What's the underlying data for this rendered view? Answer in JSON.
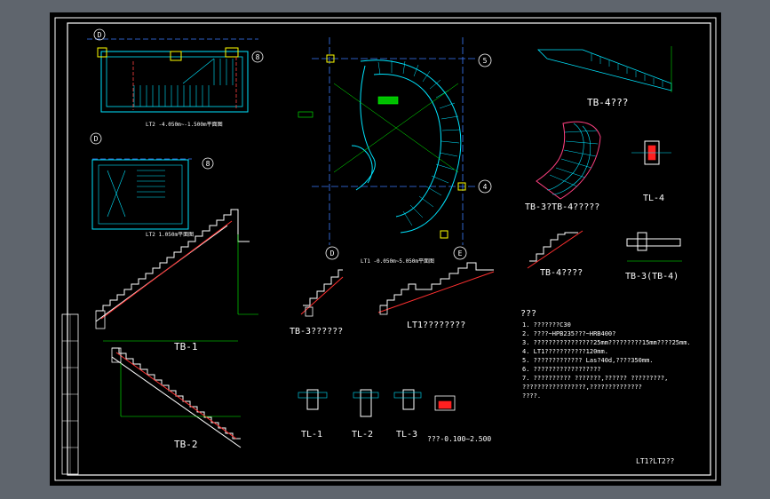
{
  "drawing": {
    "titles": {
      "tb1": "TB-1",
      "tb2": "TB-2",
      "tb3": "TB-3??????",
      "lt1_section": "LT1????????",
      "tb4_top": "TB-4???",
      "tb34_plan": "TB-3?TB-4?????",
      "tb4_section": "TB-4????",
      "tb3_tb4": "TB-3(TB-4)",
      "tl1": "TL-1",
      "tl2": "TL-2",
      "tl3": "TL-3",
      "tl4": "TL-4",
      "elev_label": "???-0.100~2.500",
      "lt2_plan_a": "LT2 -4.050m~-1.500m平面图",
      "lt2_plan_b": "LT2 1.050m平面图",
      "lt1_plan": "LT1 -0.050m~5.050m平面图",
      "sheet_title": "LT1?LT2??"
    },
    "axes": [
      "D",
      "8",
      "D",
      "8",
      "5",
      "4",
      "D",
      "E"
    ],
    "notes": {
      "heading": "???",
      "lines": [
        "1. ???????C30",
        "2. ????~HPB235???~HRB400?",
        "3. ????????????????25mm?????????15mm????25mm.",
        "4. LT1???????????120mm.",
        "5. ????????????? Las?40d,????350mm.",
        "6. ??????????????????",
        "7. ?????????? ???????,?????? ?????????,",
        "   ?????????????????,??????????????",
        "   ????."
      ]
    }
  }
}
